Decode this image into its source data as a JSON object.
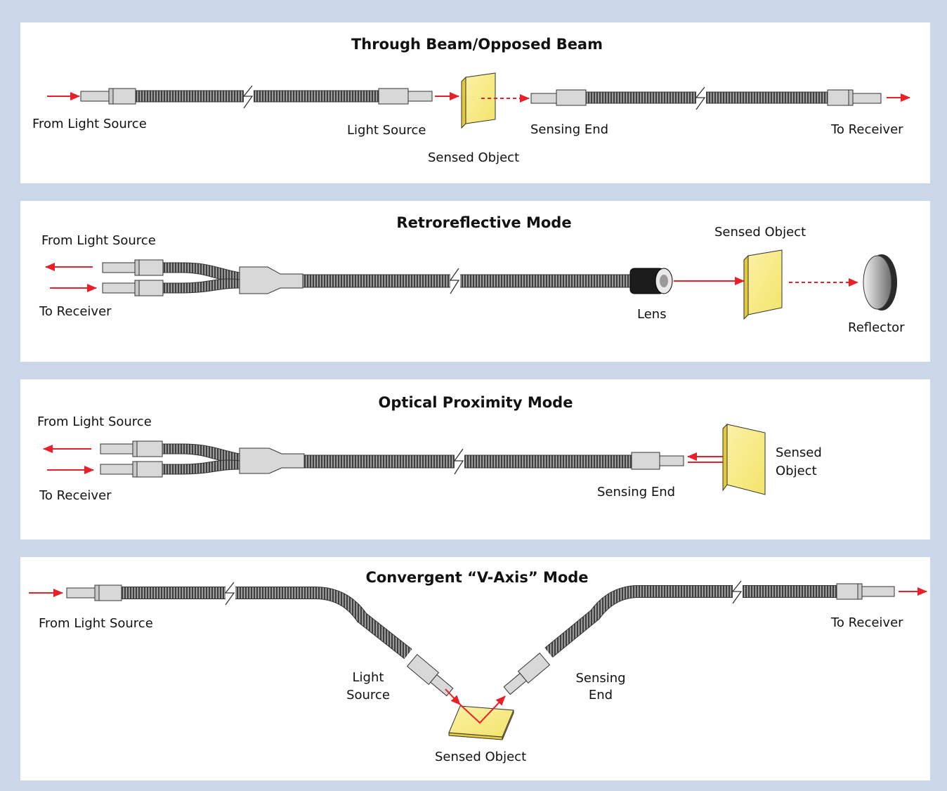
{
  "colors": {
    "background": "#c9d7e8",
    "panel": "#ffffff",
    "arrow": "#e8202a",
    "object": "#f7ec8f",
    "object_edge": "#e3c93a",
    "fiber": "#808080",
    "connector": "#d8d8d8"
  },
  "panels": [
    {
      "title": "Through Beam/Opposed Beam",
      "labels": {
        "from_light_source": "From Light Source",
        "light_source": "Light Source",
        "sensed_object": "Sensed Object",
        "sensing_end": "Sensing End",
        "to_receiver": "To Receiver"
      }
    },
    {
      "title": "Retroreflective Mode",
      "labels": {
        "from_light_source": "From Light Source",
        "to_receiver": "To Receiver",
        "lens": "Lens",
        "sensed_object": "Sensed Object",
        "reflector": "Reflector"
      }
    },
    {
      "title": "Optical Proximity Mode",
      "labels": {
        "from_light_source": "From Light Source",
        "to_receiver": "To Receiver",
        "sensing_end": "Sensing End",
        "sensed_line1": "Sensed",
        "sensed_line2": "Object"
      }
    },
    {
      "title": "Convergent “V-Axis” Mode",
      "labels": {
        "from_light_source": "From Light Source",
        "to_receiver": "To Receiver",
        "light_line1": "Light",
        "light_line2": "Source",
        "sensing_line1": "Sensing",
        "sensing_line2": "End",
        "sensed_object": "Sensed Object"
      }
    }
  ]
}
